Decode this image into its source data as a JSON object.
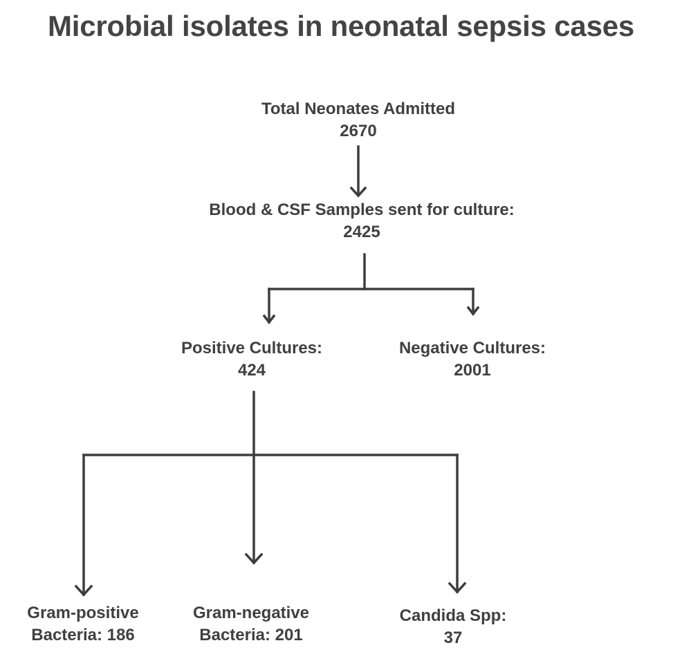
{
  "title": "Microbial isolates in neonatal sepsis cases",
  "nodes": {
    "total": {
      "label": "Total Neonates Admitted",
      "value": "2670"
    },
    "samples": {
      "label": "Blood & CSF Samples sent for culture:",
      "value": "2425"
    },
    "positive": {
      "label": "Positive Cultures:",
      "value": "424"
    },
    "negative": {
      "label": "Negative Cultures:",
      "value": "2001"
    },
    "gram_positive": {
      "line1": "Gram-positive",
      "line2": "Bacteria: 186"
    },
    "gram_negative": {
      "line1": "Gram-negative",
      "line2": "Bacteria: 201"
    },
    "candida": {
      "line1": "Candida Spp:",
      "line2": "37"
    }
  },
  "colors": {
    "line": "#3d3d3d",
    "text": "#404040"
  }
}
